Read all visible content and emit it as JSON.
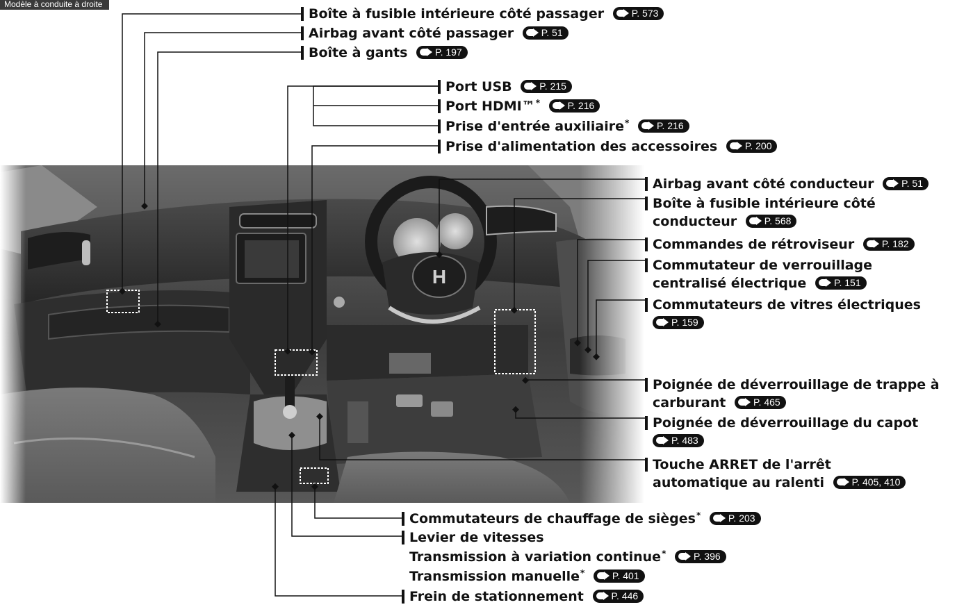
{
  "header": {
    "model_label": "Modèle à conduite à droite"
  },
  "emblem": {
    "brand_letter": "H"
  },
  "labels": [
    {
      "id": "fusebox-passenger",
      "text": "Boîte à fusible intérieure côté passager",
      "ref": "P. 573"
    },
    {
      "id": "airbag-passenger",
      "text": "Airbag avant côté passager",
      "ref": "P. 51"
    },
    {
      "id": "glove-box",
      "text": "Boîte à gants",
      "ref": "P. 197"
    },
    {
      "id": "usb-port",
      "text": "Port USB",
      "ref": "P. 215"
    },
    {
      "id": "hdmi-port",
      "text": "Port HDMI™",
      "asterisk": "*",
      "ref": "P. 216"
    },
    {
      "id": "aux-jack",
      "text": "Prise d'entrée auxiliaire",
      "asterisk": "*",
      "ref": "P. 216"
    },
    {
      "id": "accessory-socket",
      "text": "Prise d'alimentation des accessoires",
      "ref": "P. 200"
    },
    {
      "id": "airbag-driver",
      "text": "Airbag avant côté conducteur",
      "ref": "P. 51"
    },
    {
      "id": "fusebox-driver",
      "line1": "Boîte à fusible intérieure côté",
      "line2": "conducteur",
      "ref": "P. 568"
    },
    {
      "id": "mirror-controls",
      "text": "Commandes de rétroviseur",
      "ref": "P. 182"
    },
    {
      "id": "door-lock-switch",
      "line1": "Commutateur de verrouillage",
      "line2": "centralisé électrique",
      "ref": "P. 151"
    },
    {
      "id": "power-window-switches",
      "line1": "Commutateurs de vitres électriques",
      "ref": "P. 159"
    },
    {
      "id": "fuel-door-handle",
      "line1": "Poignée de déverrouillage de trappe à",
      "line2": "carburant",
      "ref": "P. 465"
    },
    {
      "id": "hood-release",
      "line1": "Poignée de déverrouillage du capot",
      "ref": "P. 483"
    },
    {
      "id": "idle-stop-off",
      "line1": "Touche ARRET de l'arrêt",
      "line2": "automatique au ralenti",
      "ref": "P. 405, 410"
    },
    {
      "id": "seat-heater",
      "text": "Commutateurs de chauffage de sièges",
      "asterisk": "*",
      "ref": "P. 203"
    },
    {
      "id": "shift-lever",
      "text": "Levier de vitesses"
    },
    {
      "id": "cvt",
      "text": "Transmission à variation continue",
      "asterisk": "*",
      "ref": "P. 396"
    },
    {
      "id": "manual-transmission",
      "text": "Transmission manuelle",
      "asterisk": "*",
      "ref": "P. 401"
    },
    {
      "id": "parking-brake",
      "text": "Frein de stationnement",
      "ref": "P. 446"
    }
  ]
}
